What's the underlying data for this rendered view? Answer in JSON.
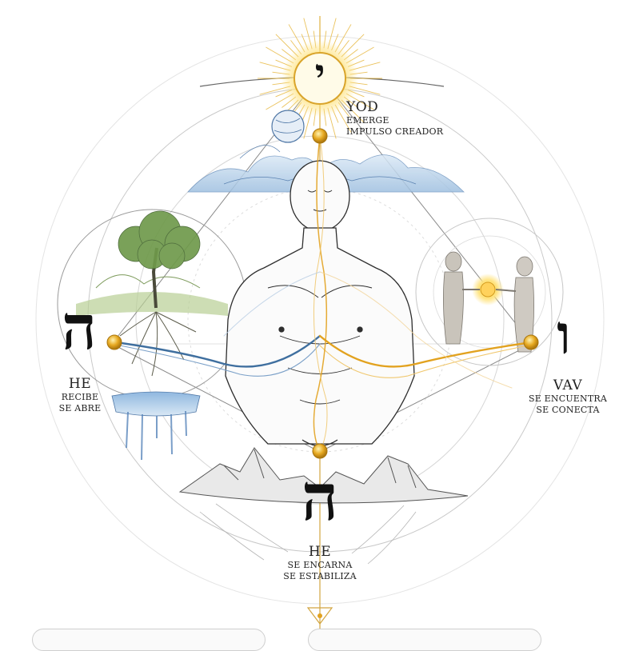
{
  "top": {
    "letter": "י",
    "name": "YOD",
    "lines": [
      "EMERGE",
      "IMPULSO CREADOR"
    ]
  },
  "left": {
    "letter": "ה",
    "name": "HE",
    "lines": [
      "RECIBE",
      "SE ABRE"
    ]
  },
  "right": {
    "letter": "ו",
    "name": "VAV",
    "lines": [
      "SE ENCUENTRA",
      "SE CONECTA"
    ]
  },
  "bottom": {
    "letter": "ה",
    "name": "HE",
    "lines": [
      "SE ENCARNA",
      "SE ESTABILIZA"
    ]
  },
  "colors": {
    "gold": "#e2a21f",
    "blue": "#3f6f9f",
    "green": "#6a8f45",
    "ink": "#222222"
  }
}
